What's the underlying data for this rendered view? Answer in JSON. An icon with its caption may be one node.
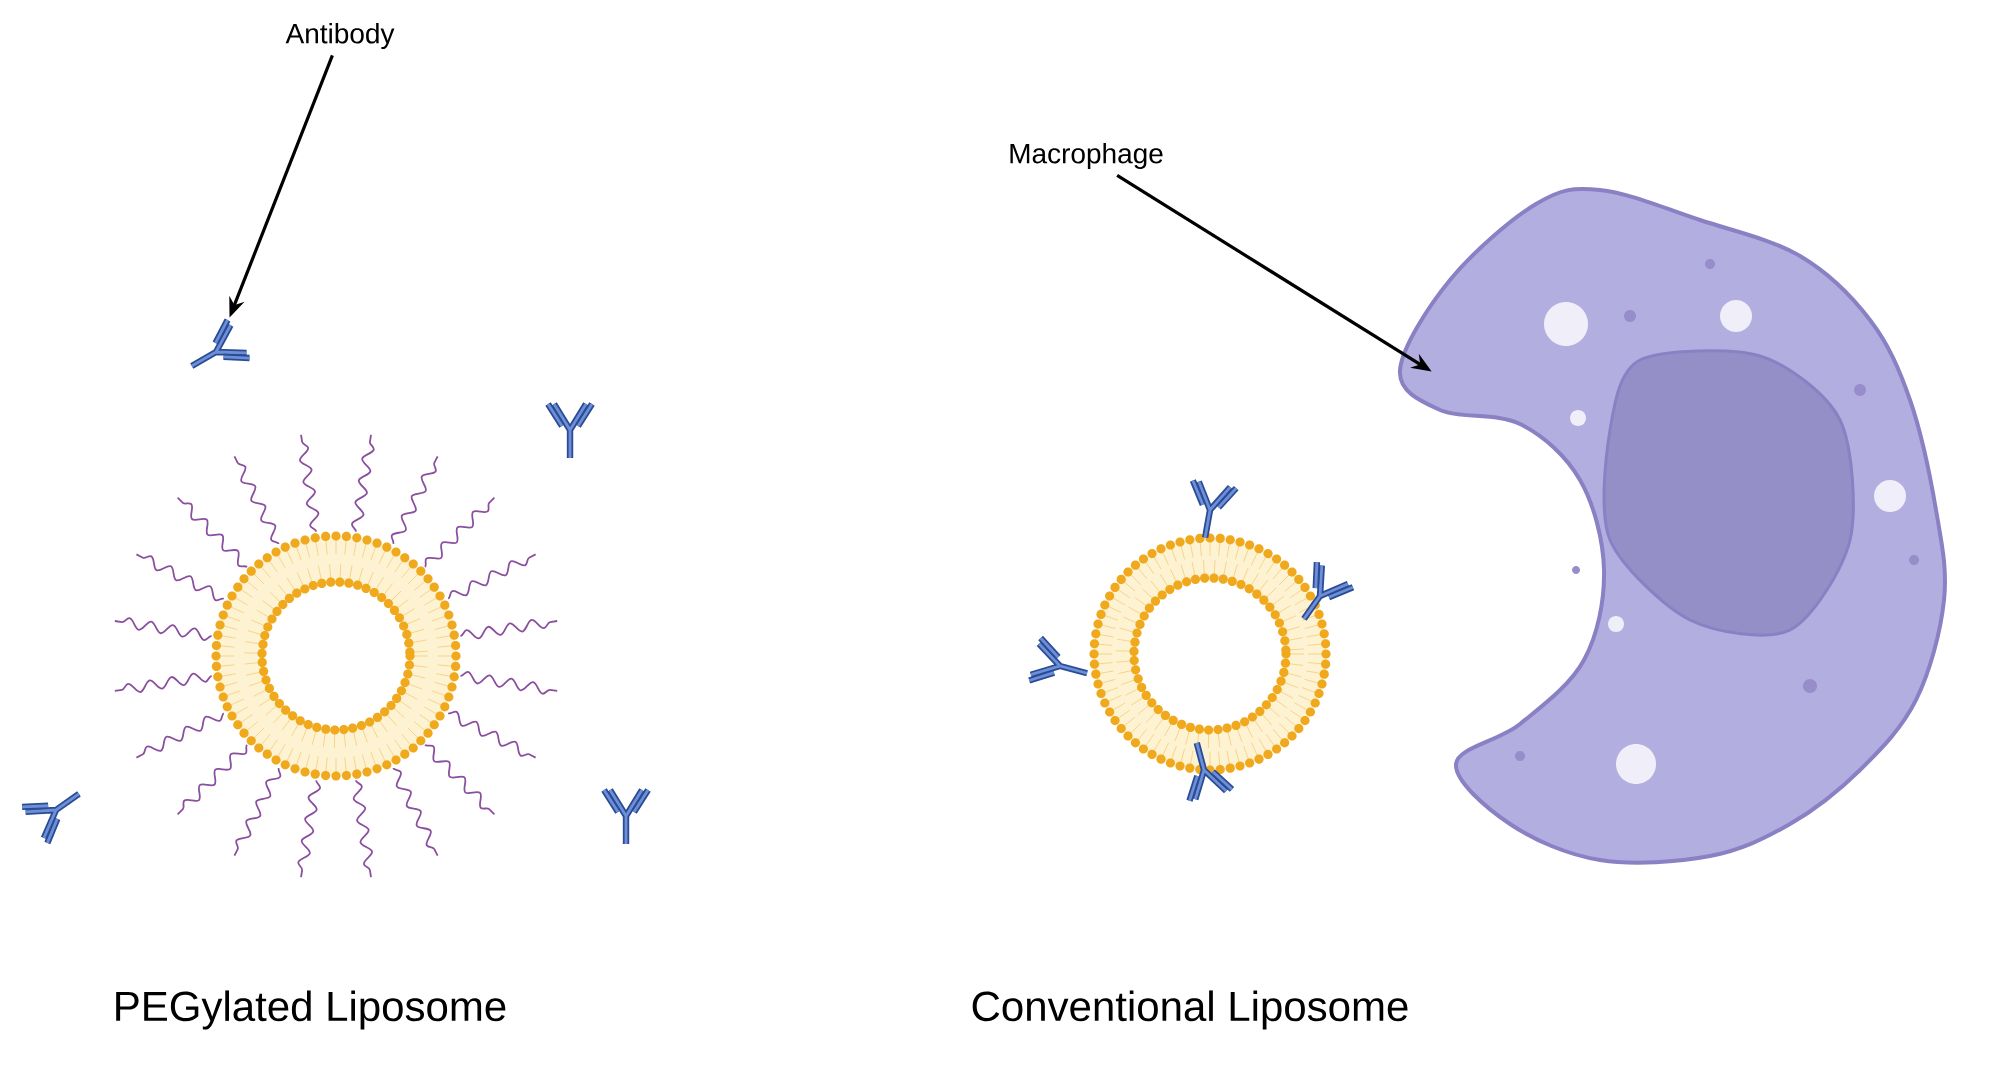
{
  "diagram": {
    "nodes": [
      {
        "text": [
          "Antibody"
        ]
      },
      {
        "text": [],
        "shape": "picture"
      },
      {
        "text": [
          "Macrophage"
        ]
      },
      {
        "text": [],
        "shape": "picture"
      }
    ],
    "edges": [
      {
        "from": 0,
        "to": 1,
        "arrow": "to"
      },
      {
        "from": 2,
        "to": 3,
        "arrow": "to"
      }
    ],
    "labels": [
      "PEGylated Liposome",
      "Conventional Liposome"
    ]
  }
}
